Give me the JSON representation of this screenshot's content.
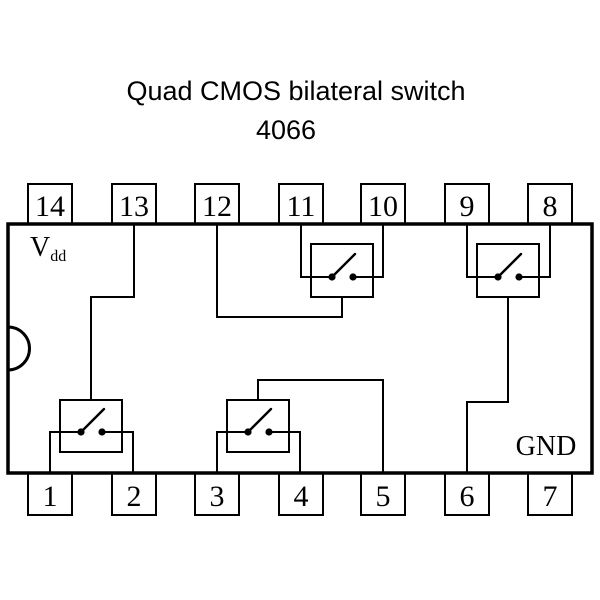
{
  "title": "Quad CMOS bilateral switch",
  "part_number": "4066",
  "chip": {
    "package": "DIP-14",
    "top_pins": [
      "14",
      "13",
      "12",
      "11",
      "10",
      "9",
      "8"
    ],
    "bottom_pins": [
      "1",
      "2",
      "3",
      "4",
      "5",
      "6",
      "7"
    ],
    "power_label": "V",
    "power_label_subscript": "dd",
    "ground_label": "GND",
    "switches": [
      {
        "terminal_pins": [
          "1",
          "2"
        ],
        "control_pin": "13"
      },
      {
        "terminal_pins": [
          "3",
          "4"
        ],
        "control_pin": "5"
      },
      {
        "terminal_pins": [
          "8",
          "9"
        ],
        "control_pin": "6"
      },
      {
        "terminal_pins": [
          "10",
          "11"
        ],
        "control_pin": "12"
      }
    ]
  },
  "colors": {
    "ink": "#000000",
    "background": "#ffffff"
  }
}
